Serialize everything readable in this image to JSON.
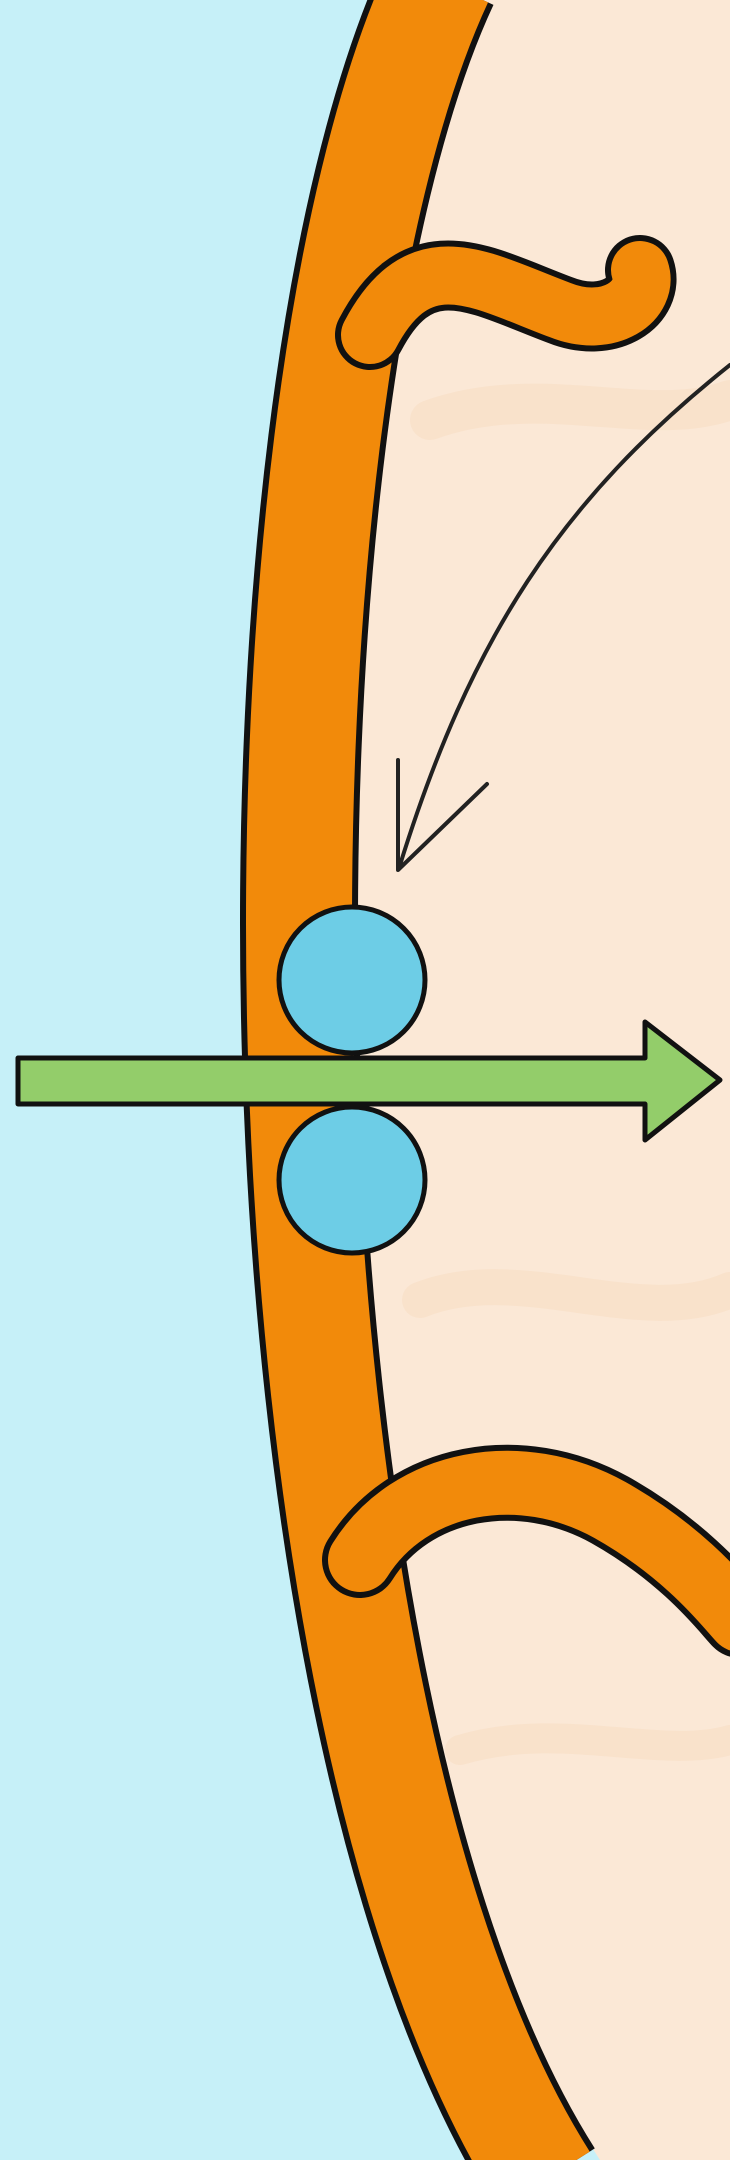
{
  "colors": {
    "outside_fill": "#c6f0f8",
    "inside_fill": "#fbe8d6",
    "membrane_fill": "#f28a0a",
    "outline": "#111111",
    "protein_fill": "#6dcde6",
    "transport_arrow_fill": "#93cd6a",
    "pointer_arrow_stroke": "#222222"
  },
  "diagram": {
    "regions": [
      "extracellular-space",
      "cytoplasm"
    ],
    "structures": [
      "cell-membrane",
      "membrane-fold-upper",
      "membrane-fold-lower",
      "channel-protein-pair"
    ],
    "arrows": [
      "pointer-arrow",
      "transport-arrow"
    ],
    "icons": {
      "protein": "channel-protein-icon",
      "arrow": "transport-arrow-icon"
    }
  }
}
